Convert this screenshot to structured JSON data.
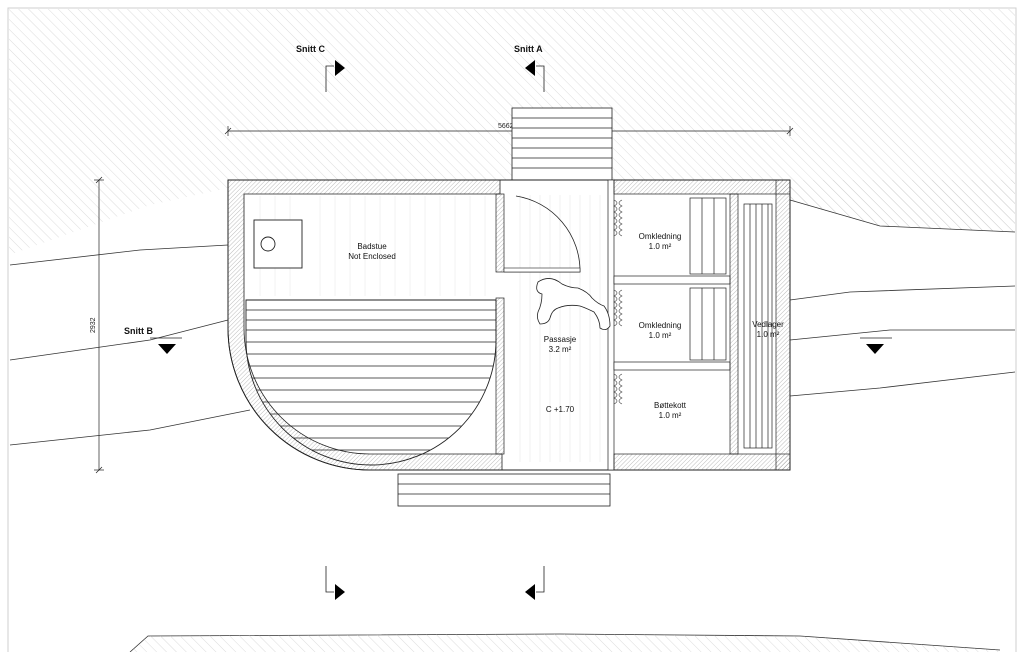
{
  "sections": {
    "snitt_c": "Snitt C",
    "snitt_a": "Snitt A",
    "snitt_b": "Snitt B"
  },
  "dimensions": {
    "width": "5662",
    "depth": "2932"
  },
  "rooms": {
    "badstue": {
      "name": "Badstue",
      "note": "Not Enclosed"
    },
    "passasje": {
      "name": "Passasje",
      "area": "3.2 m²",
      "level": "C +1.70"
    },
    "omkledning_1": {
      "name": "Omkledning",
      "area": "1.0 m²"
    },
    "omkledning_2": {
      "name": "Omkledning",
      "area": "1.0 m²"
    },
    "bottekott": {
      "name": "Bøttekott",
      "area": "1.0 m²"
    },
    "vedlager": {
      "name": "Vedlager",
      "area": "1.0 m²"
    }
  },
  "colors": {
    "line": "#222222",
    "hatch": "#bdbdbd",
    "wall_hatch": "#8a8a8a",
    "background": "#ffffff"
  }
}
